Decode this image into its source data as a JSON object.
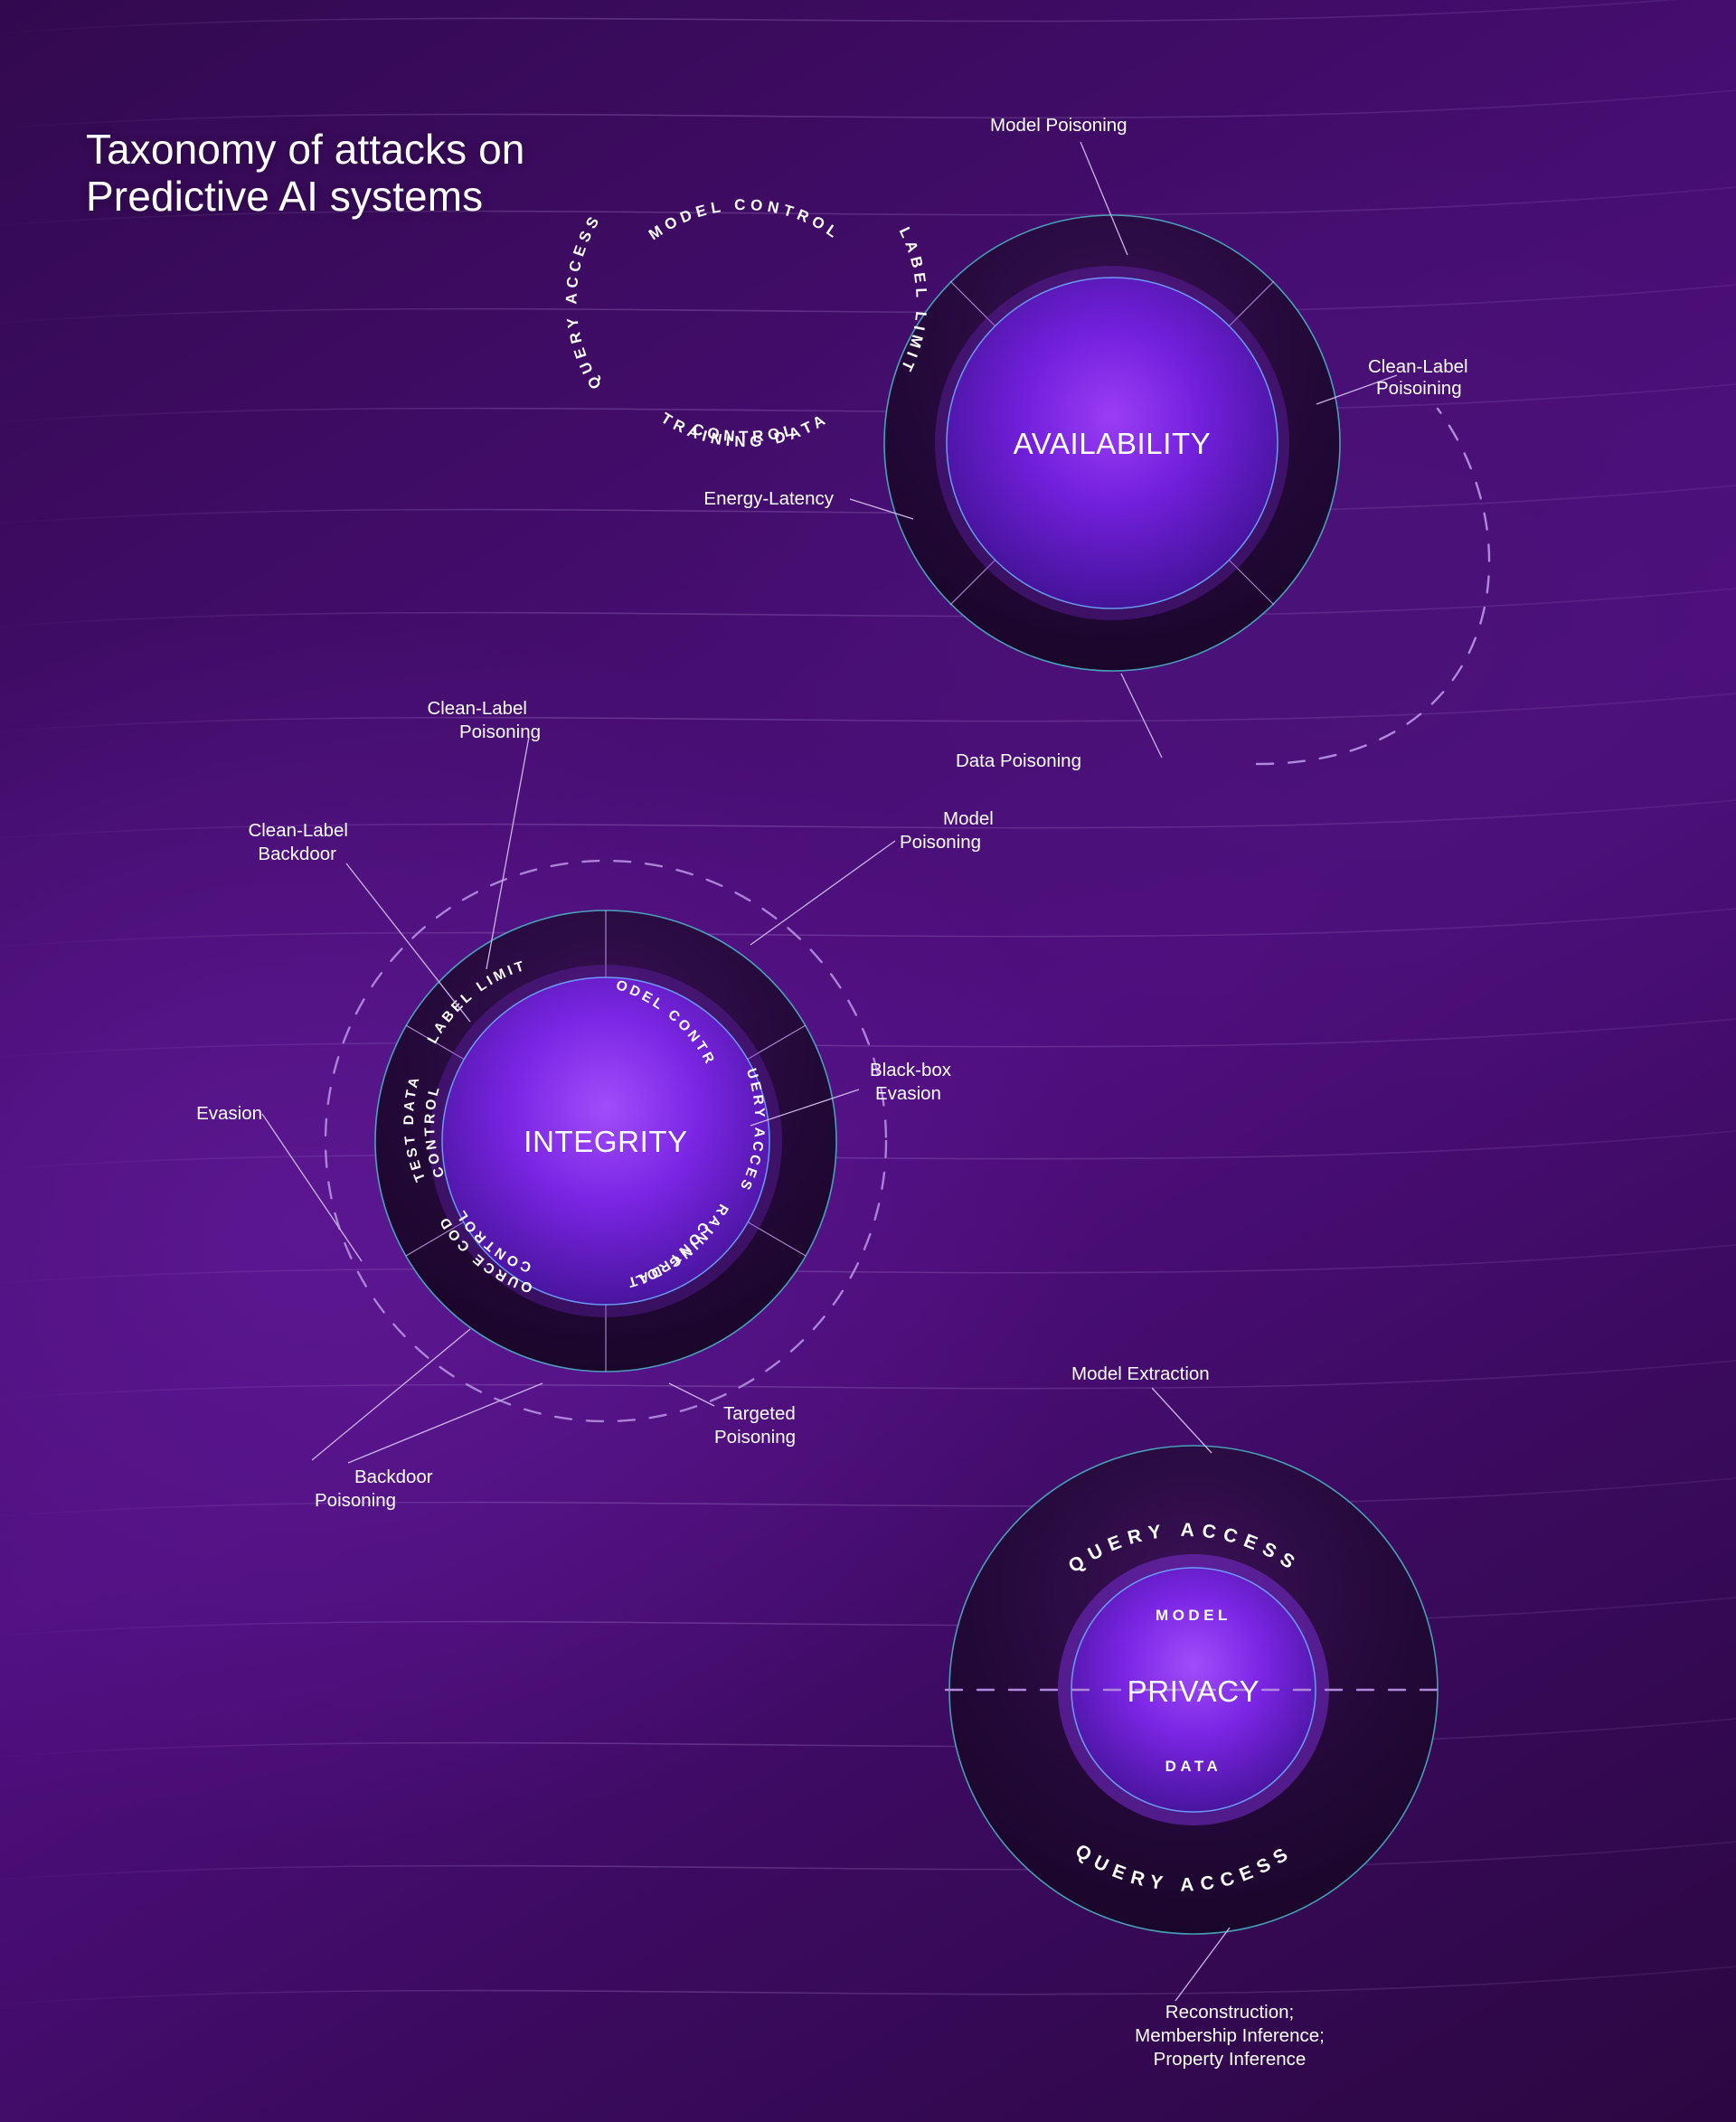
{
  "page": {
    "title": "Taxonomy of attacks on\nPredictive AI systems",
    "background_color": "#43106c",
    "accent_ring_color": "#4fd2d9",
    "accent_core_color": "#6b1fd4",
    "dashed_color": "#b089dd"
  },
  "diagrams": [
    {
      "id": "availability",
      "core_label": "AVAILABILITY",
      "segments": [
        "MODEL CONTROL",
        "LABEL LIMIT",
        "TRAINING DATA CONTROL",
        "QUERY ACCESS"
      ],
      "callouts": [
        {
          "text": "Model Poisoning",
          "target_segment": "MODEL CONTROL"
        },
        {
          "text": "Clean-Label\nPoisoining",
          "target_segment": "LABEL LIMIT"
        },
        {
          "text": "Data Poisoning",
          "target_segment": "TRAINING DATA CONTROL"
        },
        {
          "text": "Energy-Latency",
          "target_segment": "QUERY ACCESS"
        }
      ]
    },
    {
      "id": "integrity",
      "core_label": "INTEGRITY",
      "segments": [
        "MODEL CONTROL",
        "QUERY ACCESS",
        "TRAINING DATA CONTROL",
        "SOURCE CODE CONTROL",
        "TEST DATA CONTROL",
        "LABEL LIMIT"
      ],
      "callouts": [
        {
          "text": "Clean-Label\nPoisoning",
          "target_segment": "LABEL LIMIT"
        },
        {
          "text": "Clean-Label\nBackdoor",
          "target_segment": "TEST DATA CONTROL"
        },
        {
          "text": "Model\nPoisoning",
          "target_segment": "MODEL CONTROL"
        },
        {
          "text": "Black-box\nEvasion",
          "target_segment": "QUERY ACCESS"
        },
        {
          "text": "Evasion",
          "target_segment": "TEST DATA CONTROL"
        },
        {
          "text": "Backdoor\nPoisoning",
          "target_segment": "SOURCE CODE CONTROL"
        },
        {
          "text": "Targeted\nPoisoning",
          "target_segment": "TRAINING DATA CONTROL"
        }
      ]
    },
    {
      "id": "privacy",
      "core_label": "PRIVACY",
      "segments": [
        "QUERY ACCESS",
        "QUERY ACCESS"
      ],
      "core_sublabels": [
        "MODEL",
        "DATA"
      ],
      "callouts": [
        {
          "text": "Model Extraction",
          "target_segment": "QUERY ACCESS"
        },
        {
          "text": "Reconstruction;\nMembership Inference;\nProperty Inference",
          "target_segment": "QUERY ACCESS"
        }
      ]
    }
  ],
  "ring_text": {
    "model_control": "MODEL CONTROL",
    "label_limit": "LABEL LIMIT",
    "training_data_control_l1": "TRAINING DATA",
    "training_data_control_l2": "CONTROL",
    "query_access": "QUERY ACCESS",
    "source_code_control_l1": "SOURCE CODE",
    "source_code_control_l2": "CONTROL",
    "test_data_control_l1": "TEST DATA",
    "test_data_control_l2": "CONTROL",
    "model": "MODEL",
    "data": "DATA"
  },
  "labels": {
    "availability": "AVAILABILITY",
    "integrity": "INTEGRITY",
    "privacy": "PRIVACY",
    "model_poisoning": "Model Poisoning",
    "clean_label_poisoining": "Clean-Label",
    "clean_label_poisoining_2": "Poisoining",
    "energy_latency": "Energy-Latency",
    "data_poisoning": "Data Poisoning",
    "clean_label_poisoning_1": "Clean-Label",
    "clean_label_poisoning_2": "Poisoning",
    "clean_label_backdoor_1": "Clean-Label",
    "clean_label_backdoor_2": "Backdoor",
    "model_poisoning_i1": "Model",
    "model_poisoning_i2": "Poisoning",
    "blackbox_evasion_1": "Black-box",
    "blackbox_evasion_2": "Evasion",
    "evasion": "Evasion",
    "backdoor_poisoning_1": "Backdoor",
    "backdoor_poisoning_2": "Poisoning",
    "targeted_poisoning_1": "Targeted",
    "targeted_poisoning_2": "Poisoning",
    "model_extraction": "Model Extraction",
    "privacy_attacks_1": "Reconstruction;",
    "privacy_attacks_2": "Membership Inference;",
    "privacy_attacks_3": "Property Inference"
  }
}
